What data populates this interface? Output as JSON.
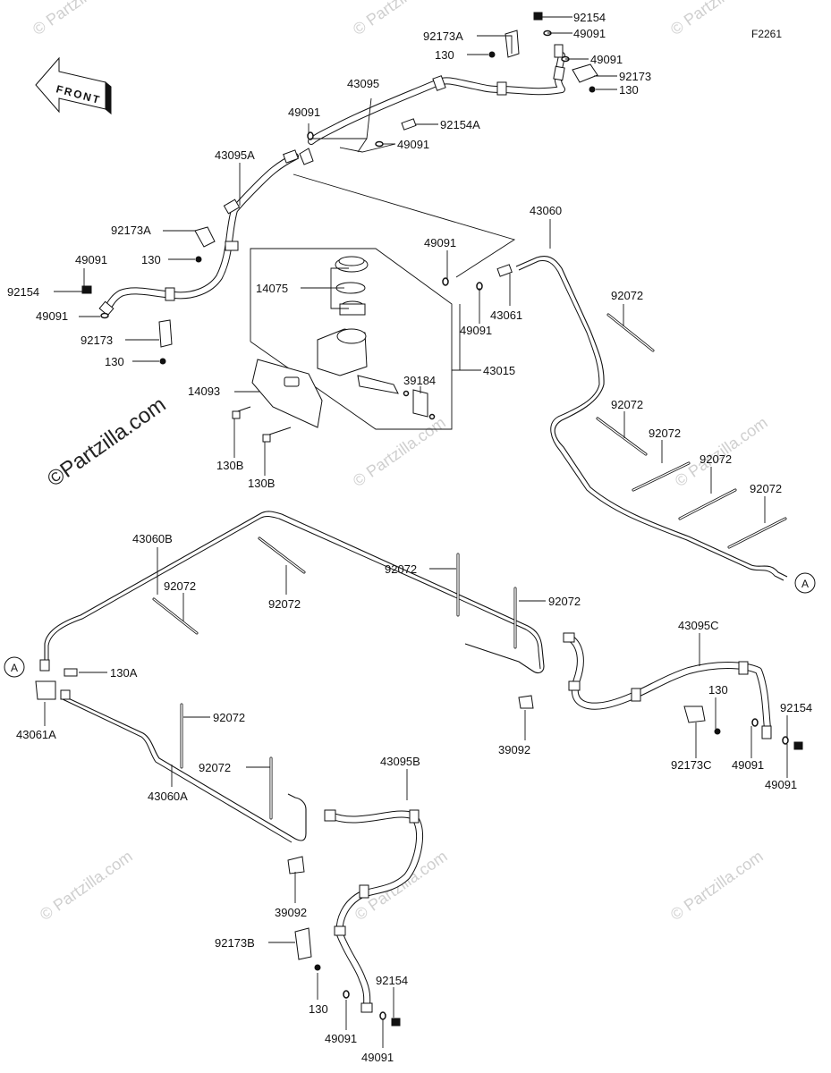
{
  "figure_code": "F2261",
  "front_label": "FRONT",
  "watermark_main": "©Partzilla.com",
  "watermark_small": "© Partzilla.com",
  "reference_marker": "A",
  "labels": [
    {
      "id": "l1",
      "text": "92154"
    },
    {
      "id": "l2",
      "text": "92173A"
    },
    {
      "id": "l3",
      "text": "49091"
    },
    {
      "id": "l4",
      "text": "130"
    },
    {
      "id": "l5",
      "text": "49091"
    },
    {
      "id": "l6",
      "text": "92173"
    },
    {
      "id": "l7",
      "text": "130"
    },
    {
      "id": "l8",
      "text": "43095"
    },
    {
      "id": "l9",
      "text": "49091"
    },
    {
      "id": "l10",
      "text": "92154A"
    },
    {
      "id": "l11",
      "text": "49091"
    },
    {
      "id": "l12",
      "text": "43095A"
    },
    {
      "id": "l13",
      "text": "43060"
    },
    {
      "id": "l14",
      "text": "92173A"
    },
    {
      "id": "l15",
      "text": "49091"
    },
    {
      "id": "l16",
      "text": "130"
    },
    {
      "id": "l17",
      "text": "49091"
    },
    {
      "id": "l18",
      "text": "92154"
    },
    {
      "id": "l19",
      "text": "14075"
    },
    {
      "id": "l20",
      "text": "43061"
    },
    {
      "id": "l21",
      "text": "92072"
    },
    {
      "id": "l22",
      "text": "49091"
    },
    {
      "id": "l23",
      "text": "49091"
    },
    {
      "id": "l24",
      "text": "92173"
    },
    {
      "id": "l25",
      "text": "130"
    },
    {
      "id": "l26",
      "text": "39184"
    },
    {
      "id": "l27",
      "text": "43015"
    },
    {
      "id": "l28",
      "text": "14093"
    },
    {
      "id": "l29",
      "text": "92072"
    },
    {
      "id": "l30",
      "text": "92072"
    },
    {
      "id": "l31",
      "text": "130B"
    },
    {
      "id": "l32",
      "text": "130B"
    },
    {
      "id": "l33",
      "text": "92072"
    },
    {
      "id": "l34",
      "text": "92072"
    },
    {
      "id": "l35",
      "text": "43060B"
    },
    {
      "id": "l36",
      "text": "92072"
    },
    {
      "id": "l37",
      "text": "92072"
    },
    {
      "id": "l38",
      "text": "92072"
    },
    {
      "id": "l39",
      "text": "92072"
    },
    {
      "id": "l40",
      "text": "43095C"
    },
    {
      "id": "l41",
      "text": "130A"
    },
    {
      "id": "l42",
      "text": "130"
    },
    {
      "id": "l43",
      "text": "92154"
    },
    {
      "id": "l44",
      "text": "43061A"
    },
    {
      "id": "l45",
      "text": "39092"
    },
    {
      "id": "l46",
      "text": "92173C"
    },
    {
      "id": "l47",
      "text": "49091"
    },
    {
      "id": "l48",
      "text": "49091"
    },
    {
      "id": "l49",
      "text": "92072"
    },
    {
      "id": "l50",
      "text": "92072"
    },
    {
      "id": "l51",
      "text": "43095B"
    },
    {
      "id": "l52",
      "text": "43060A"
    },
    {
      "id": "l53",
      "text": "39092"
    },
    {
      "id": "l54",
      "text": "92173B"
    },
    {
      "id": "l55",
      "text": "92154"
    },
    {
      "id": "l56",
      "text": "130"
    },
    {
      "id": "l57",
      "text": "49091"
    },
    {
      "id": "l58",
      "text": "49091"
    }
  ]
}
